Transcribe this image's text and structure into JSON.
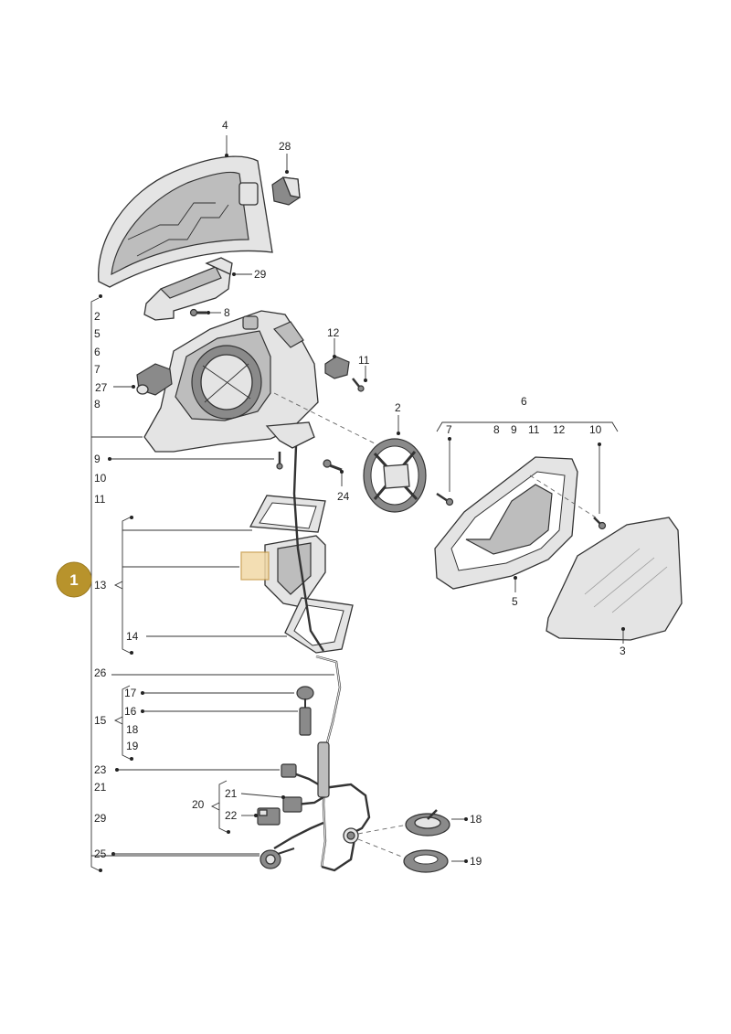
{
  "callout_badge": "1",
  "labels": {
    "l4": "4",
    "l28": "28",
    "l29a": "29",
    "l8a": "8",
    "l2a": "2",
    "l5a": "5",
    "l6a": "6",
    "l7a": "7",
    "l27": "27",
    "l8b": "8",
    "l12a": "12",
    "l11a": "11",
    "l9a": "9",
    "l10a": "10",
    "l11b": "11",
    "l24": "24",
    "l2b": "2",
    "l6b": "6",
    "l7b": "7",
    "l8c": "8",
    "l9b": "9",
    "l11c": "11",
    "l12b": "12",
    "l10b": "10",
    "l5b": "5",
    "l3": "3",
    "l13": "13",
    "l14": "14",
    "l26": "26",
    "l17": "17",
    "l16": "16",
    "l15": "15",
    "l18a": "18",
    "l19a": "19",
    "l23": "23",
    "l21a": "21",
    "l21b": "21",
    "l20": "20",
    "l22": "22",
    "l29b": "29",
    "l18b": "18",
    "l25": "25",
    "l19b": "19"
  }
}
